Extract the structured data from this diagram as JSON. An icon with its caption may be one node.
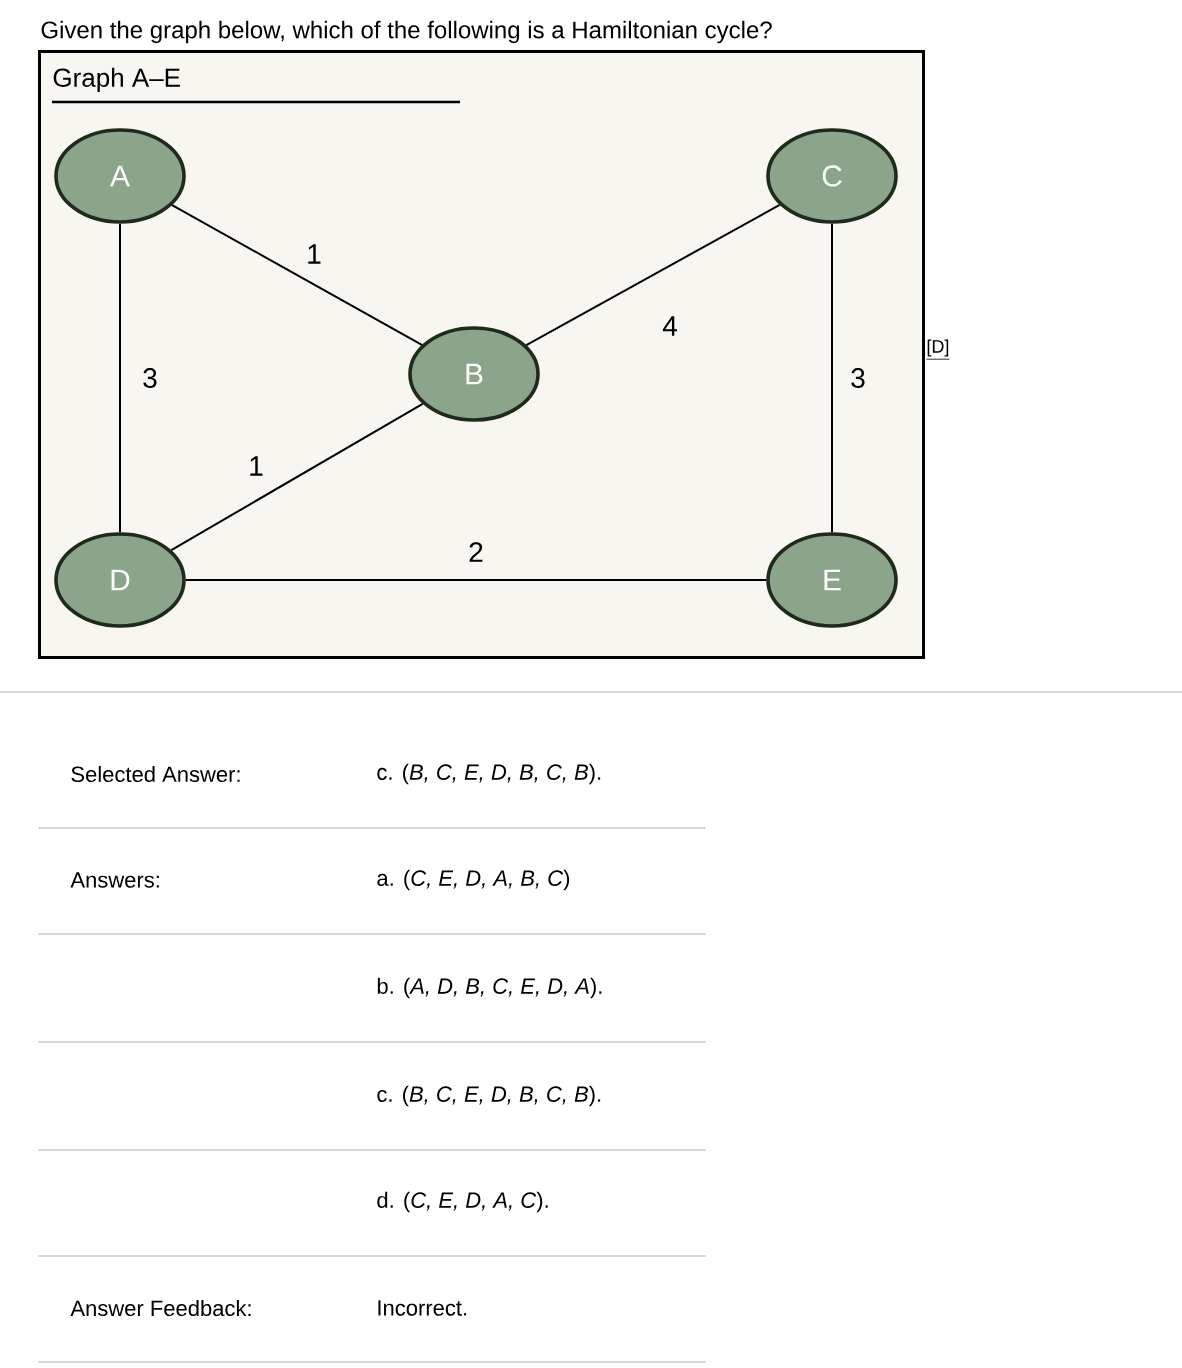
{
  "diagram": {
    "title": "Given the graph below, which of the following is a Hamiltonian cycle?",
    "nodes": [
      {
        "text": [
          "Graph A–E"
        ]
      },
      {
        "text": [
          "A"
        ],
        "in": 0
      },
      {
        "text": [
          "C"
        ],
        "in": 0
      },
      {
        "text": [
          "B"
        ],
        "in": 0
      },
      {
        "text": [
          "D"
        ],
        "in": 0
      },
      {
        "text": [
          "E"
        ],
        "in": 0
      }
    ],
    "edges": [
      {
        "from": 1,
        "to": 3,
        "arrow": "none",
        "label": "1"
      },
      {
        "from": 3,
        "to": 2,
        "arrow": "none",
        "label": "4"
      },
      {
        "from": 1,
        "to": 4,
        "arrow": "none",
        "label": "3"
      },
      {
        "from": 2,
        "to": 5,
        "arrow": "none",
        "label": "3"
      },
      {
        "from": 4,
        "to": 3,
        "arrow": "none",
        "label": "1"
      },
      {
        "from": 4,
        "to": 5,
        "arrow": "none",
        "label": "2"
      }
    ],
    "labels": [
      "[D]",
      "Selected Answer:",
      "c. (*B, C, E, D, B, C, B*).",
      "Answers:",
      "a. (*C, E, D, A, B, C*)",
      "b. (*A, D, B, C, E, D, A*).",
      "c. (*B, C, E, D, B, C, B*).",
      "d. (*C, E, D, A, C*).",
      "Answer Feedback:",
      "Incorrect."
    ]
  }
}
